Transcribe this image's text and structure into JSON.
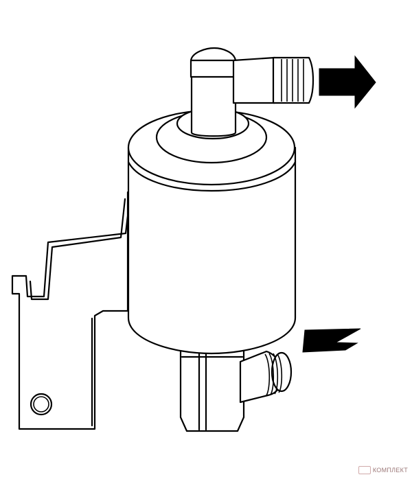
{
  "figure": {
    "subject": "receiver-drier",
    "parts": [
      "cylinder-body",
      "top-outlet-fitting",
      "bottom-inlet-fitting",
      "mounting-bracket"
    ],
    "flow": {
      "outlet_direction": "right",
      "inlet_direction": "left"
    },
    "line_color": "#000000",
    "background": "#ffffff",
    "arrow_fill": "#000000"
  },
  "watermark": {
    "text": "КОМПЛЕКТ",
    "color": "#6f3b3b"
  }
}
